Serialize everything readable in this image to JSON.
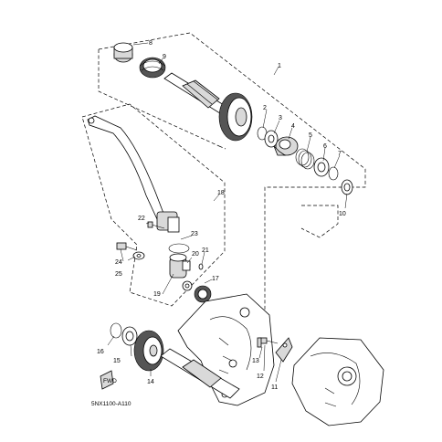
{
  "callouts": [
    {
      "id": "p1",
      "text": "1"
    },
    {
      "id": "p2",
      "text": "2"
    },
    {
      "id": "p3",
      "text": "3"
    },
    {
      "id": "p4",
      "text": "4"
    },
    {
      "id": "p5",
      "text": "5"
    },
    {
      "id": "p6",
      "text": "6"
    },
    {
      "id": "p7",
      "text": "7"
    },
    {
      "id": "p8",
      "text": "8"
    },
    {
      "id": "p9",
      "text": "9"
    },
    {
      "id": "p10",
      "text": "10"
    },
    {
      "id": "p11",
      "text": "11"
    },
    {
      "id": "p12",
      "text": "12"
    },
    {
      "id": "p13",
      "text": "13"
    },
    {
      "id": "p14",
      "text": "14"
    },
    {
      "id": "p15",
      "text": "15"
    },
    {
      "id": "p16",
      "text": "16"
    },
    {
      "id": "p17",
      "text": "17"
    },
    {
      "id": "p18",
      "text": "18"
    },
    {
      "id": "p19",
      "text": "19"
    },
    {
      "id": "p20",
      "text": "20"
    },
    {
      "id": "p21",
      "text": "21"
    },
    {
      "id": "p22",
      "text": "22"
    },
    {
      "id": "p23",
      "text": "23"
    },
    {
      "id": "p24",
      "text": "24"
    },
    {
      "id": "p25",
      "text": "25"
    }
  ],
  "diagram_code": "5NX1100-A110",
  "front_tag": "FWD"
}
